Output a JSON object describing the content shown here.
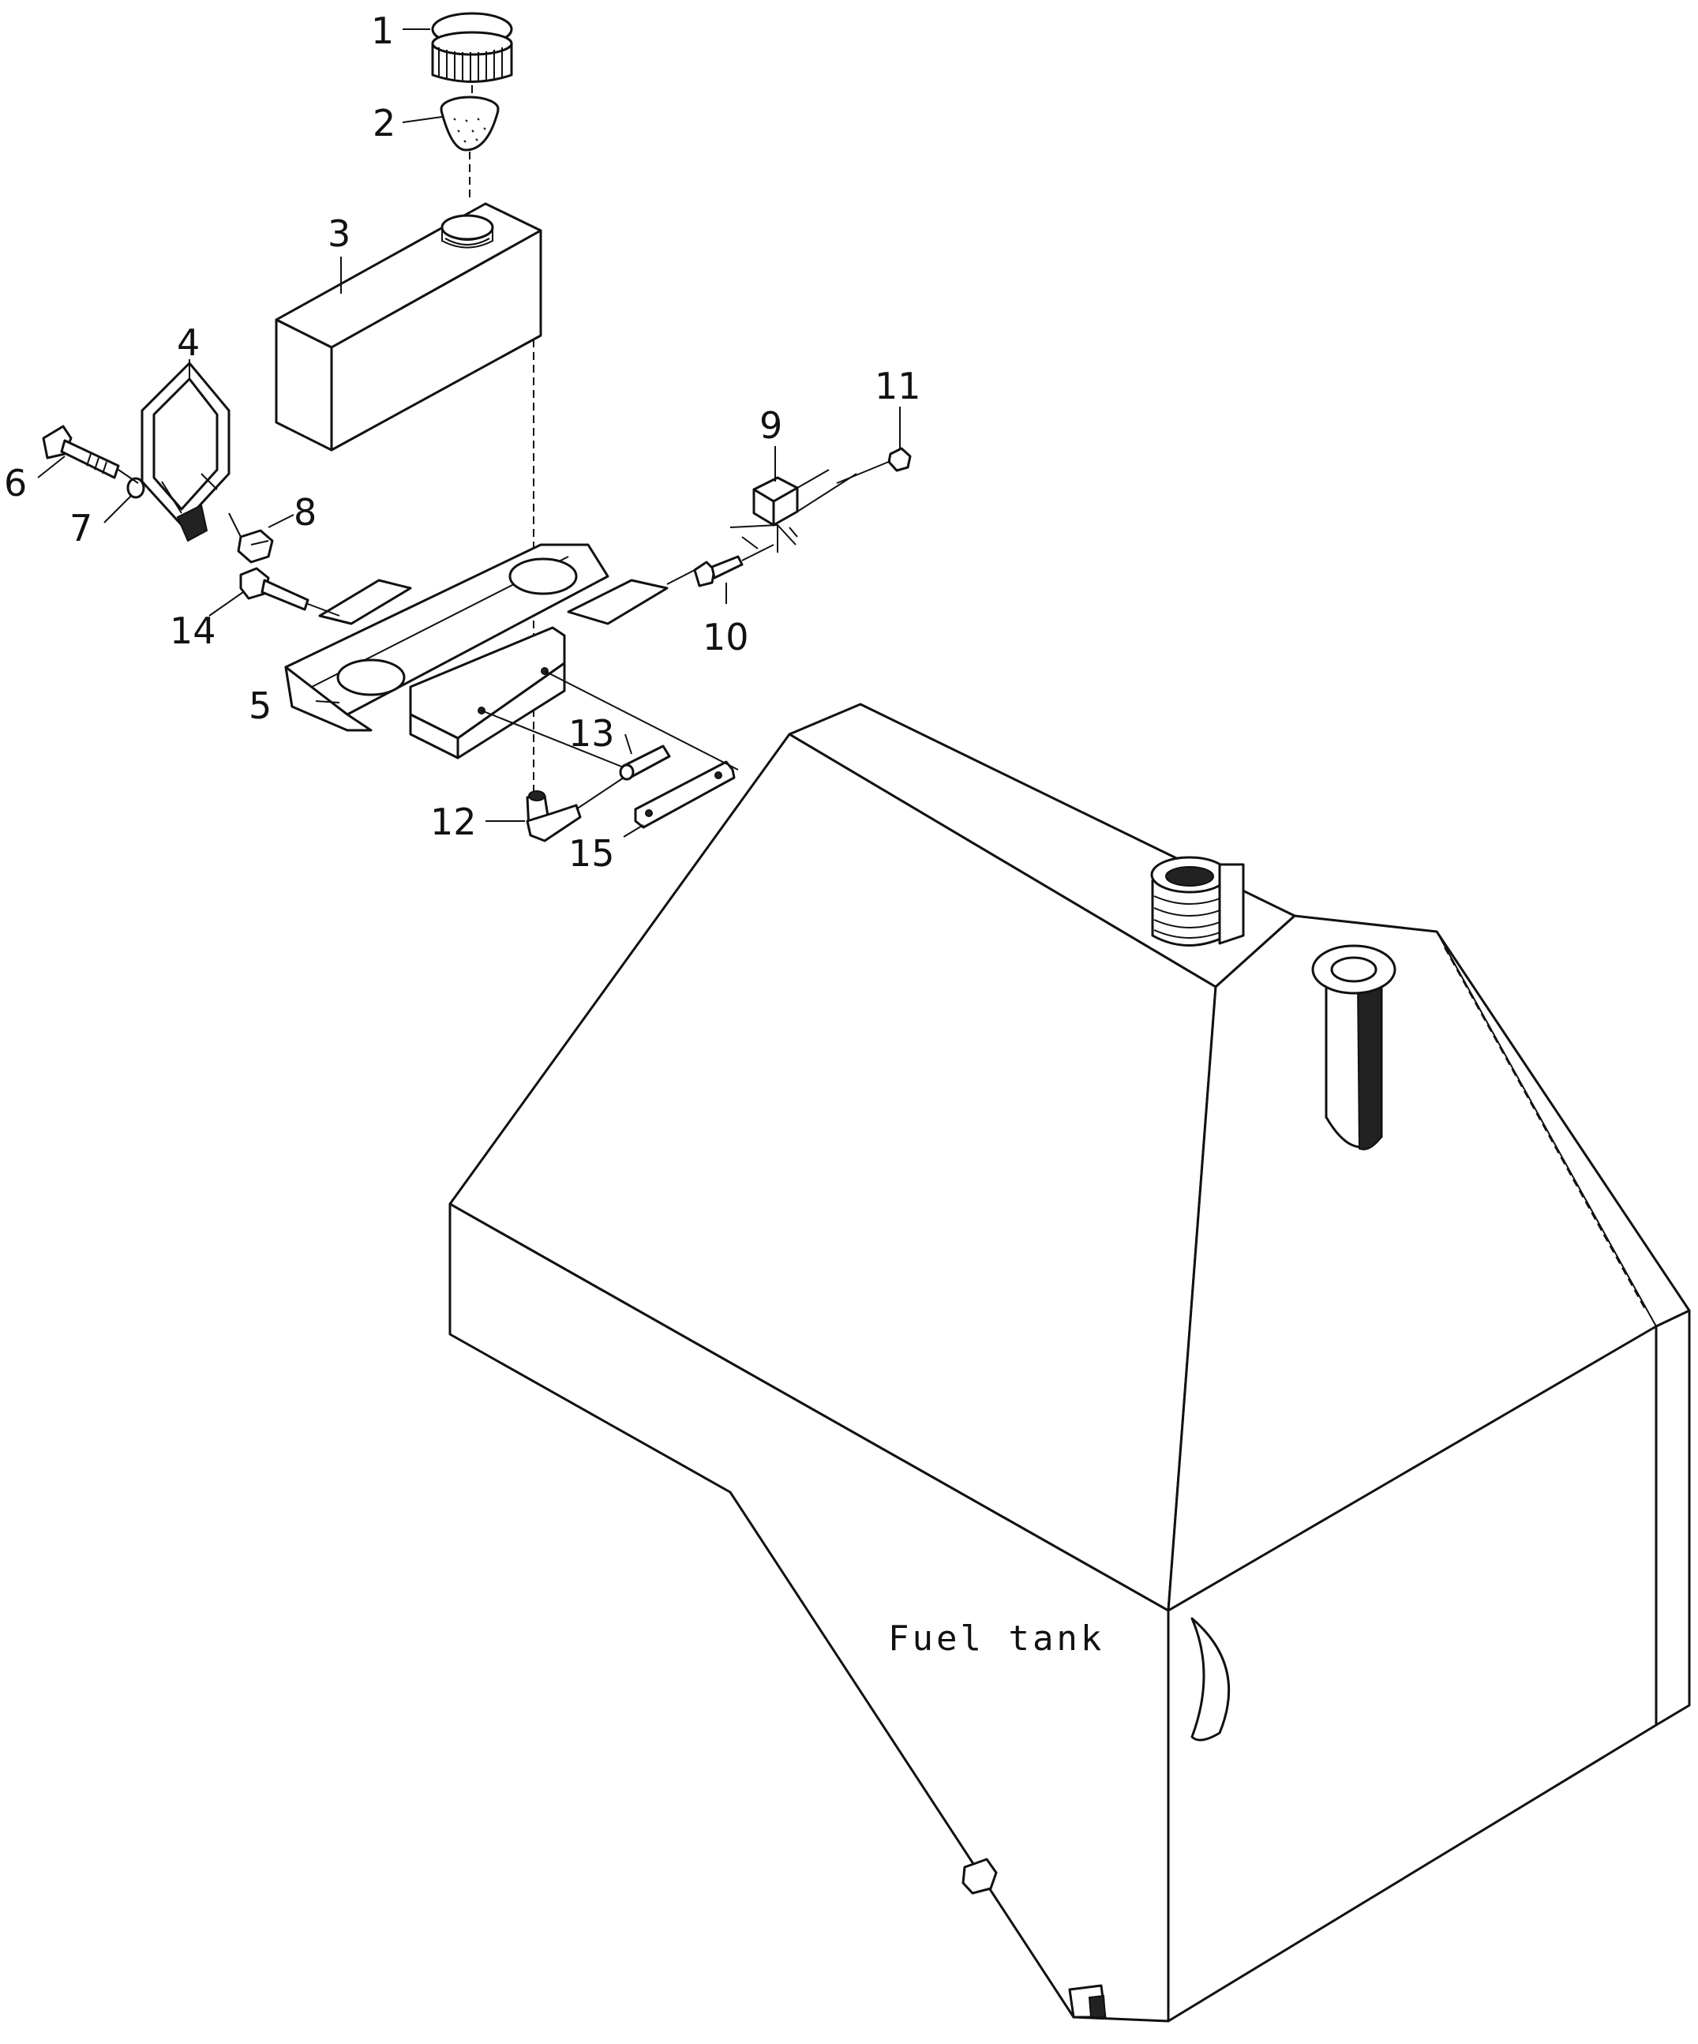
{
  "callouts": [
    {
      "id": "1",
      "label": "1"
    },
    {
      "id": "2",
      "label": "2"
    },
    {
      "id": "3",
      "label": "3"
    },
    {
      "id": "4",
      "label": "4"
    },
    {
      "id": "5",
      "label": "5"
    },
    {
      "id": "6",
      "label": "6"
    },
    {
      "id": "7",
      "label": "7"
    },
    {
      "id": "8",
      "label": "8"
    },
    {
      "id": "9",
      "label": "9"
    },
    {
      "id": "10",
      "label": "10"
    },
    {
      "id": "11",
      "label": "11"
    },
    {
      "id": "12",
      "label": "12"
    },
    {
      "id": "13",
      "label": "13"
    },
    {
      "id": "14",
      "label": "14"
    },
    {
      "id": "15",
      "label": "15"
    }
  ],
  "caption": {
    "fuel_tank": "Fuel tank"
  }
}
